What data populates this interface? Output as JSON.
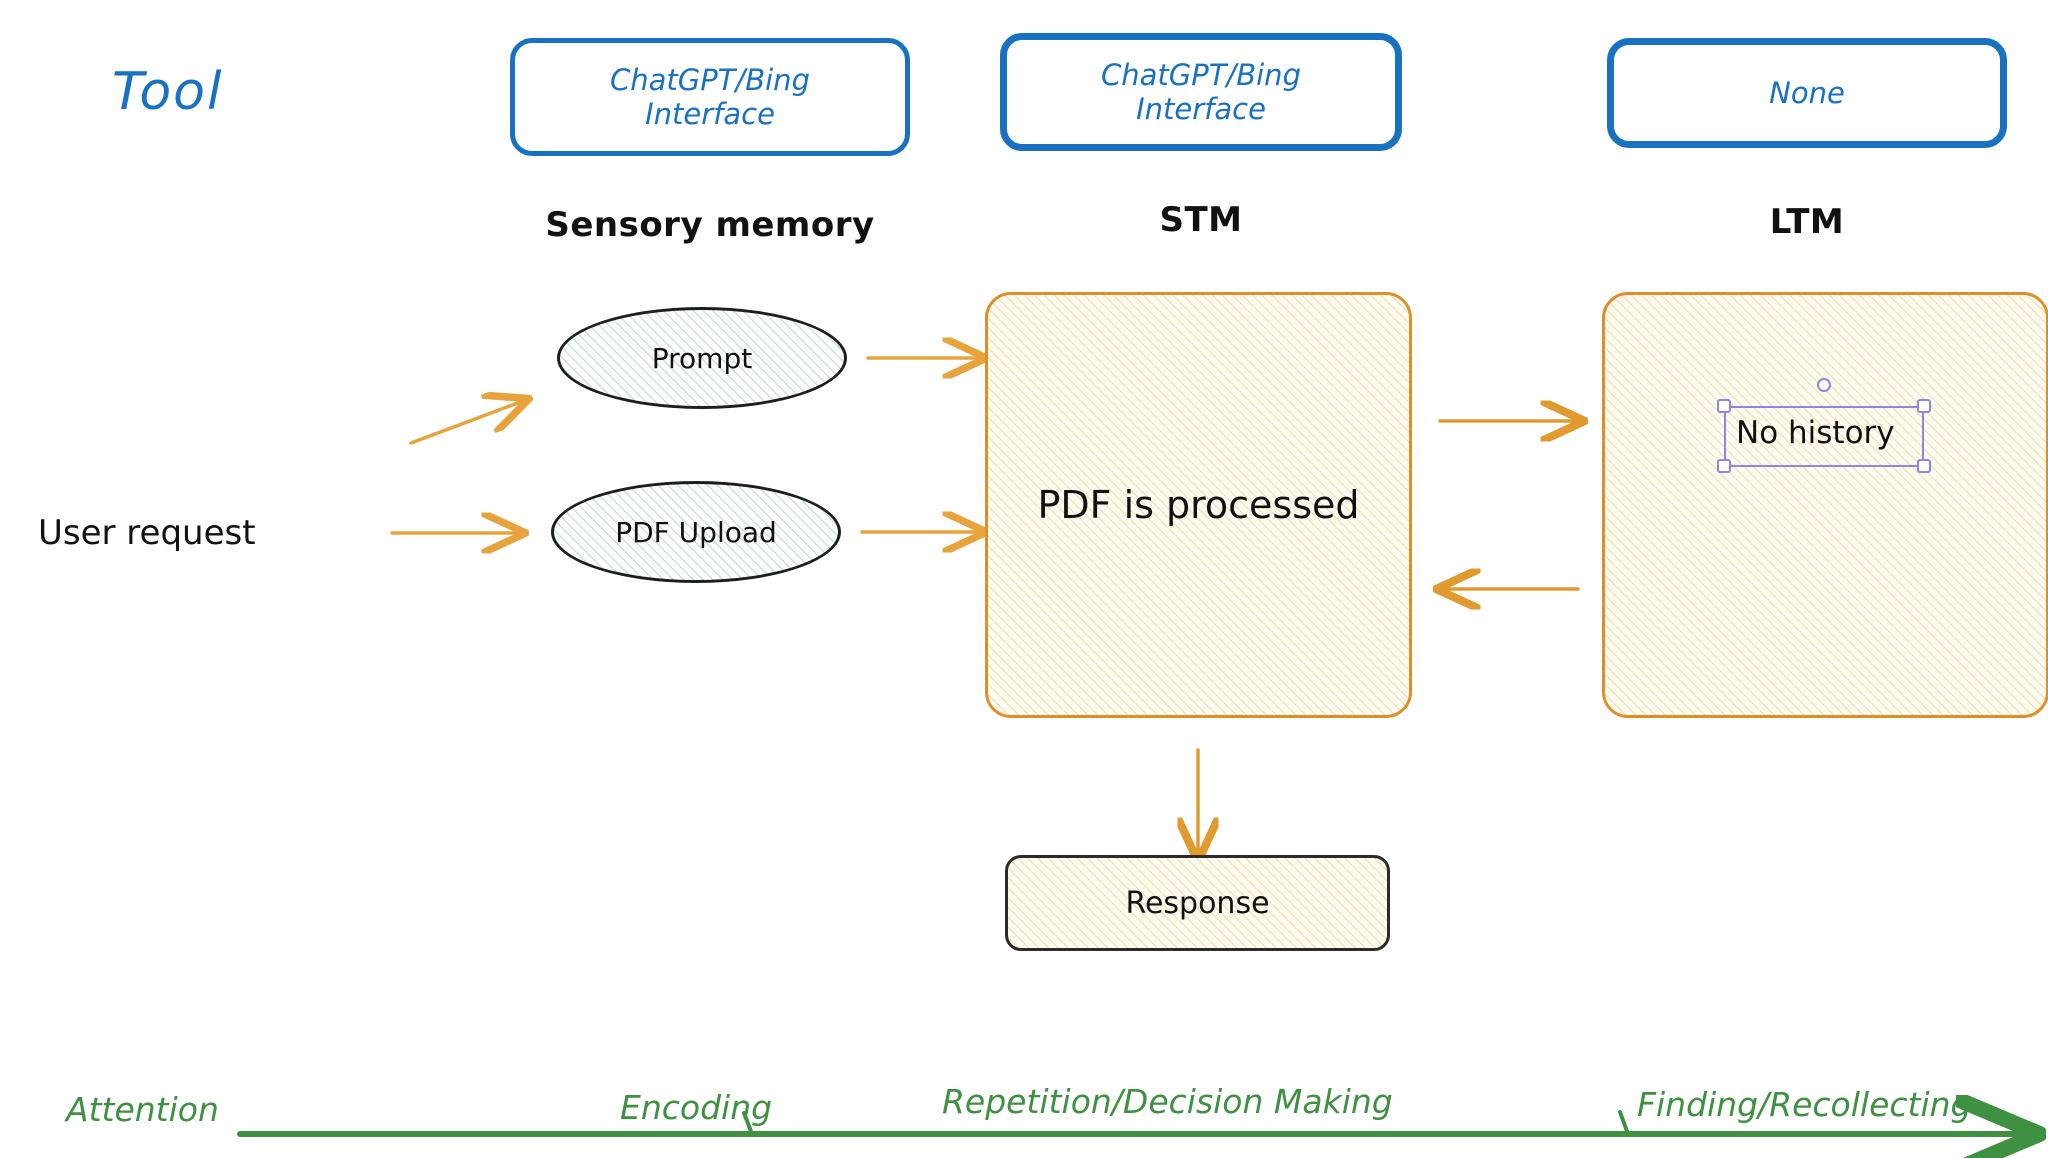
{
  "diagram": {
    "title_row_label": "Tool",
    "tool_boxes": [
      {
        "label": "ChatGPT/Bing\nInterface",
        "line1": "ChatGPT/Bing",
        "line2": "Interface"
      },
      {
        "label": "ChatGPT/Bing\nInterface",
        "line1": "ChatGPT/Bing",
        "line2": "Interface"
      },
      {
        "label": "None",
        "line1": "None",
        "line2": ""
      }
    ],
    "stage_labels": [
      "Sensory memory",
      "STM",
      "LTM"
    ],
    "input_label": "User request",
    "sensory_nodes": [
      "Prompt",
      "PDF Upload"
    ],
    "stm_box_text": "PDF is processed",
    "ltm_selected_text": "No history",
    "response_box_text": "Response",
    "process_axis": {
      "labels": [
        "Attention",
        "Encoding",
        "Repetition/Decision Making",
        "Finding/Recollecting"
      ]
    },
    "colors": {
      "tool_blue": "#1971c2",
      "memory_orange": "#e08e27",
      "node_green": "#7ac18c",
      "process_green": "#3f9142",
      "selection_purple": "#8a87e8",
      "ink_black": "#111111"
    }
  }
}
